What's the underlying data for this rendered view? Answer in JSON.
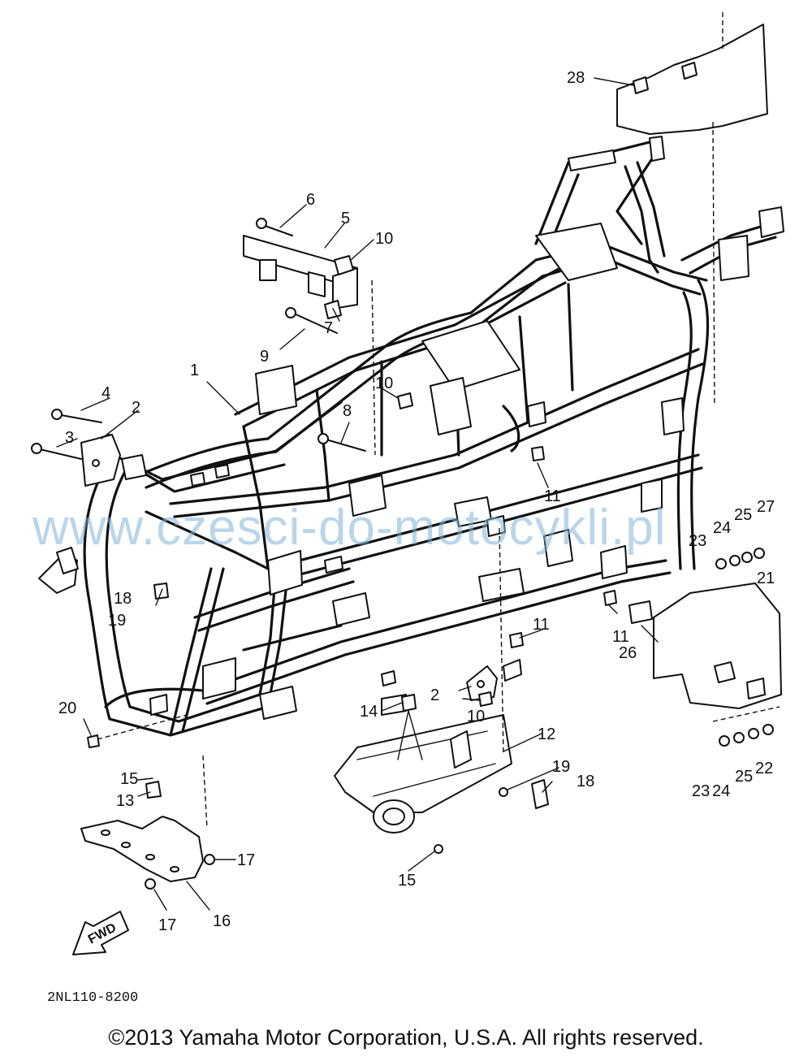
{
  "watermark": "www.czesci-do-motocykli.pl",
  "diagram_code": "2NL110-8200",
  "fwd_label": "FWD",
  "copyright": "©2013 Yamaha Motor Corporation, U.S.A. All rights reserved.",
  "callouts": [
    "28",
    "6",
    "5",
    "10",
    "7",
    "9",
    "1",
    "10",
    "8",
    "4",
    "2",
    "3",
    "11",
    "27",
    "25",
    "24",
    "23",
    "21",
    "11",
    "11",
    "26",
    "18",
    "19",
    "2",
    "10",
    "14",
    "12",
    "20",
    "15",
    "13",
    "19",
    "18",
    "15",
    "17",
    "17",
    "16",
    "23",
    "24",
    "25",
    "22"
  ]
}
